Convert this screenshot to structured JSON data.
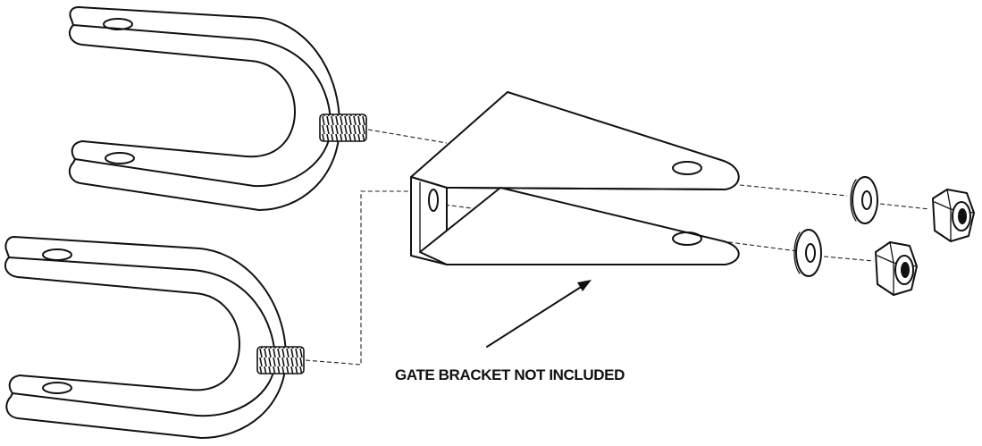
{
  "diagram": {
    "caption": "GATE BRACKET NOT INCLUDED",
    "parts": [
      "u-clamp",
      "u-clamp",
      "gate-bracket",
      "flat-washer",
      "flat-washer",
      "hex-lock-nut",
      "hex-lock-nut"
    ],
    "line_color": "#111111",
    "background": "#ffffff"
  }
}
